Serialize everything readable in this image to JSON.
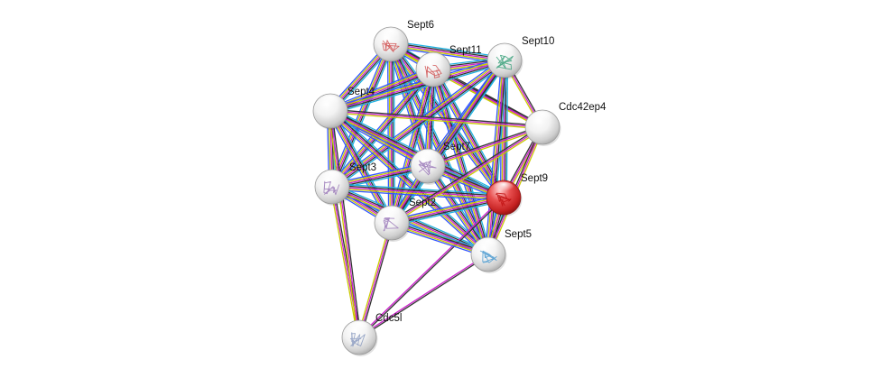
{
  "network": {
    "query_node": "Sept9",
    "evidence_colors": [
      "#1fb1e0",
      "#333333",
      "#cc22cc",
      "#c9c900",
      "#3355ff"
    ],
    "query_node_color": "#d9282b",
    "node_color": "#e9e9e9",
    "nodes": [
      {
        "id": "Sept6",
        "label": "Sept6",
        "query": false,
        "structure": true,
        "structure_color": "#d05050"
      },
      {
        "id": "Sept11",
        "label": "Sept11",
        "query": false,
        "structure": true,
        "structure_color": "#d05050"
      },
      {
        "id": "Sept10",
        "label": "Sept10",
        "query": false,
        "structure": true,
        "structure_color": "#3aa07a"
      },
      {
        "id": "Sept4",
        "label": "Sept4",
        "query": false,
        "structure": false
      },
      {
        "id": "Cdc42ep4",
        "label": "Cdc42ep4",
        "query": false,
        "structure": false
      },
      {
        "id": "Sept7",
        "label": "Sept7",
        "query": false,
        "structure": true,
        "structure_color": "#9a78b8"
      },
      {
        "id": "Sept3",
        "label": "Sept3",
        "query": false,
        "structure": true,
        "structure_color": "#9a78b8"
      },
      {
        "id": "Sept9",
        "label": "Sept9",
        "query": true,
        "structure": true,
        "structure_color": "#c01010"
      },
      {
        "id": "Sept2",
        "label": "Sept2",
        "query": false,
        "structure": true,
        "structure_color": "#9a78b8"
      },
      {
        "id": "Sept5",
        "label": "Sept5",
        "query": false,
        "structure": true,
        "structure_color": "#4a9ad0"
      },
      {
        "id": "Cdc5l",
        "label": "Cdc5l",
        "query": false,
        "structure": true,
        "structure_color": "#8a9ac0"
      }
    ],
    "edges": [
      {
        "source": "Sept6",
        "target": "Sept11",
        "evidence": [
          0,
          1,
          2,
          3,
          4
        ]
      },
      {
        "source": "Sept6",
        "target": "Sept10",
        "evidence": [
          0,
          1,
          2,
          3,
          4
        ]
      },
      {
        "source": "Sept6",
        "target": "Sept4",
        "evidence": [
          0,
          1,
          2,
          3,
          4
        ]
      },
      {
        "source": "Sept6",
        "target": "Sept7",
        "evidence": [
          0,
          1,
          2,
          3,
          4
        ]
      },
      {
        "source": "Sept6",
        "target": "Sept3",
        "evidence": [
          0,
          1,
          2,
          3,
          4
        ]
      },
      {
        "source": "Sept6",
        "target": "Sept9",
        "evidence": [
          0,
          1,
          2,
          3,
          4
        ]
      },
      {
        "source": "Sept6",
        "target": "Sept2",
        "evidence": [
          0,
          1,
          2,
          3,
          4
        ]
      },
      {
        "source": "Sept6",
        "target": "Sept5",
        "evidence": [
          0,
          1,
          2,
          3,
          4
        ]
      },
      {
        "source": "Sept6",
        "target": "Cdc42ep4",
        "evidence": [
          1,
          2,
          3
        ]
      },
      {
        "source": "Sept11",
        "target": "Sept10",
        "evidence": [
          0,
          1,
          2,
          3,
          4
        ]
      },
      {
        "source": "Sept11",
        "target": "Sept4",
        "evidence": [
          0,
          1,
          2,
          3,
          4
        ]
      },
      {
        "source": "Sept11",
        "target": "Sept7",
        "evidence": [
          0,
          1,
          2,
          3,
          4
        ]
      },
      {
        "source": "Sept11",
        "target": "Sept3",
        "evidence": [
          0,
          1,
          2,
          3,
          4
        ]
      },
      {
        "source": "Sept11",
        "target": "Sept9",
        "evidence": [
          0,
          1,
          2,
          3,
          4
        ]
      },
      {
        "source": "Sept11",
        "target": "Sept2",
        "evidence": [
          0,
          1,
          2,
          3,
          4
        ]
      },
      {
        "source": "Sept11",
        "target": "Sept5",
        "evidence": [
          0,
          1,
          2,
          3,
          4
        ]
      },
      {
        "source": "Sept11",
        "target": "Cdc42ep4",
        "evidence": [
          1,
          2,
          3
        ]
      },
      {
        "source": "Sept10",
        "target": "Sept4",
        "evidence": [
          0,
          1,
          2,
          3,
          4
        ]
      },
      {
        "source": "Sept10",
        "target": "Sept7",
        "evidence": [
          0,
          1,
          2,
          3,
          4
        ]
      },
      {
        "source": "Sept10",
        "target": "Sept3",
        "evidence": [
          0,
          1,
          2,
          3,
          4
        ]
      },
      {
        "source": "Sept10",
        "target": "Sept9",
        "evidence": [
          0,
          1,
          2,
          3,
          4
        ]
      },
      {
        "source": "Sept10",
        "target": "Sept2",
        "evidence": [
          0,
          1,
          2,
          3,
          4
        ]
      },
      {
        "source": "Sept10",
        "target": "Sept5",
        "evidence": [
          0,
          1,
          2,
          3,
          4
        ]
      },
      {
        "source": "Sept10",
        "target": "Cdc42ep4",
        "evidence": [
          1,
          2,
          3
        ]
      },
      {
        "source": "Sept4",
        "target": "Sept7",
        "evidence": [
          0,
          1,
          2,
          3,
          4
        ]
      },
      {
        "source": "Sept4",
        "target": "Sept3",
        "evidence": [
          0,
          1,
          2,
          3,
          4
        ]
      },
      {
        "source": "Sept4",
        "target": "Sept9",
        "evidence": [
          0,
          1,
          2,
          3,
          4
        ]
      },
      {
        "source": "Sept4",
        "target": "Sept2",
        "evidence": [
          0,
          1,
          2,
          3,
          4
        ]
      },
      {
        "source": "Sept4",
        "target": "Sept5",
        "evidence": [
          0,
          1,
          2,
          3,
          4
        ]
      },
      {
        "source": "Sept4",
        "target": "Cdc42ep4",
        "evidence": [
          1,
          2,
          3
        ]
      },
      {
        "source": "Sept7",
        "target": "Sept3",
        "evidence": [
          0,
          1,
          2,
          3,
          4
        ]
      },
      {
        "source": "Sept7",
        "target": "Sept9",
        "evidence": [
          0,
          1,
          2,
          3,
          4
        ]
      },
      {
        "source": "Sept7",
        "target": "Sept2",
        "evidence": [
          0,
          1,
          2,
          3,
          4
        ]
      },
      {
        "source": "Sept7",
        "target": "Sept5",
        "evidence": [
          0,
          1,
          2,
          3,
          4
        ]
      },
      {
        "source": "Sept7",
        "target": "Cdc42ep4",
        "evidence": [
          1,
          2,
          3
        ]
      },
      {
        "source": "Sept3",
        "target": "Sept9",
        "evidence": [
          0,
          1,
          2,
          3,
          4
        ]
      },
      {
        "source": "Sept3",
        "target": "Sept2",
        "evidence": [
          0,
          1,
          2,
          3,
          4
        ]
      },
      {
        "source": "Sept3",
        "target": "Sept5",
        "evidence": [
          0,
          1,
          2,
          3,
          4
        ]
      },
      {
        "source": "Sept3",
        "target": "Cdc5l",
        "evidence": [
          1,
          2,
          3
        ]
      },
      {
        "source": "Sept9",
        "target": "Sept2",
        "evidence": [
          0,
          1,
          2,
          3,
          4
        ]
      },
      {
        "source": "Sept9",
        "target": "Sept5",
        "evidence": [
          0,
          1,
          2,
          3,
          4
        ]
      },
      {
        "source": "Sept9",
        "target": "Cdc42ep4",
        "evidence": [
          1,
          2,
          3
        ]
      },
      {
        "source": "Sept9",
        "target": "Cdc5l",
        "evidence": [
          1,
          2
        ]
      },
      {
        "source": "Sept2",
        "target": "Sept5",
        "evidence": [
          0,
          1,
          2,
          3,
          4
        ]
      },
      {
        "source": "Sept2",
        "target": "Cdc42ep4",
        "evidence": [
          1,
          2,
          3
        ]
      },
      {
        "source": "Sept2",
        "target": "Cdc5l",
        "evidence": [
          1,
          2,
          3
        ]
      },
      {
        "source": "Sept5",
        "target": "Cdc5l",
        "evidence": [
          1,
          2
        ]
      },
      {
        "source": "Sept5",
        "target": "Cdc42ep4",
        "evidence": [
          1,
          2,
          3
        ]
      },
      {
        "source": "Sept4",
        "target": "Cdc5l",
        "evidence": [
          1,
          2,
          3
        ]
      }
    ]
  }
}
